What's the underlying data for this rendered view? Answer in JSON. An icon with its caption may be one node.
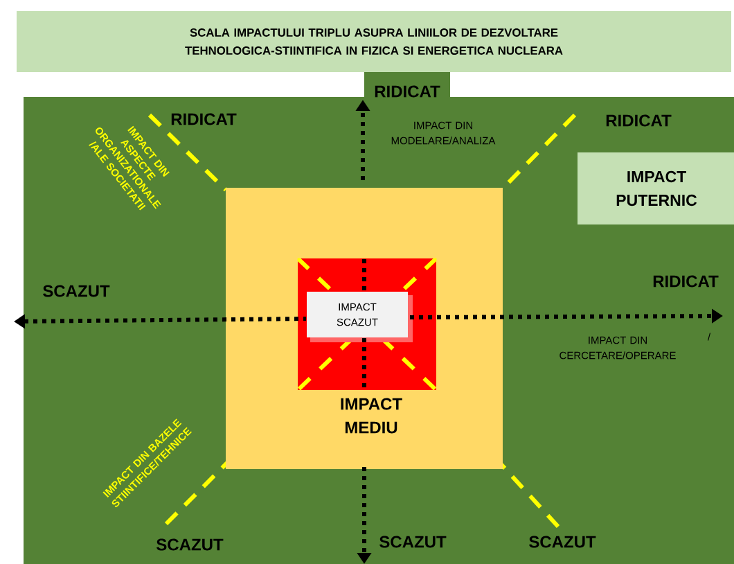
{
  "diagram": {
    "title": "SCALA IMPACTULUI TRIPLU ASUPRA LINIILOR DE DEZVOLTARE TEHNOLOGICA-STIINTIFICA IN FIZICA SI ENERGETICA NUCLEARA",
    "nodes": [
      {
        "text": [
          "IMPACT PUTERNIC"
        ]
      },
      {
        "text": [
          "IMPACT MEDIU"
        ]
      },
      {
        "text": [],
        "shape": "box",
        "in": 1
      },
      {
        "text": [
          "IMPACT SCAZUT"
        ],
        "in": 2
      }
    ],
    "labels": [
      "RIDICAT",
      "RIDICAT",
      "IMPACT DIN MODELARE/ANALIZA",
      "RIDICAT",
      "IMPACT DIN ASPECTE ORGANIZATIONALE /ALE SOCIETATII",
      "SCAZUT",
      "RIDICAT",
      "IMPACT DIN CERCETARE/OPERARE",
      "/",
      "IMPACT DIN BAZELE STIINTIFICE/TEHNICE",
      "SCAZUT",
      "SCAZUT",
      "SCAZUT"
    ]
  }
}
